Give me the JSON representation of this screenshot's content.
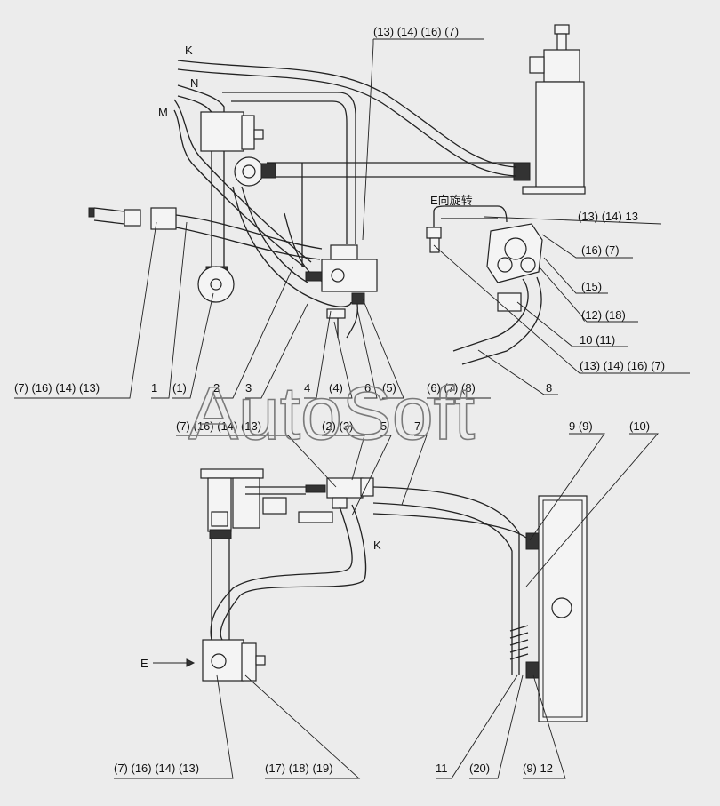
{
  "watermark": "AutoSoft",
  "view_label": "E向旋转",
  "arrow_label": "E",
  "line_labels": {
    "k_top": "K",
    "n_top": "N",
    "m_top": "M",
    "k_mid": "K"
  },
  "callouts": {
    "top_center": "(13) (14) (16) (7)",
    "e_row1": "(13) (14) 13",
    "e_row2": "(16) (7)",
    "e_row3": "(15)",
    "e_row4": "(12) (18)",
    "e_row5": "10 (11)",
    "e_row6": "(13) (14) (16) (7)",
    "r8": "8",
    "left_a": "(7) (16) (14) (13)",
    "n1": "1",
    "n1p": "(1)",
    "n2": "2",
    "n3": "3",
    "n4": "4",
    "n4p": "(4)",
    "n6": "6",
    "n5p": "(5)",
    "n6_8": "(6) (7) (8)",
    "mid_left": "(7) (16) (14) (13)",
    "mid_23": "(2) (3)",
    "mid_5": "5",
    "mid_7": "7",
    "tank_99": "9 (9)",
    "tank_10": "(10)",
    "bot_left": "(7) (16) (14) (13)",
    "bot_mid": "(17) (18) (19)",
    "bot_11": "11",
    "bot_20": "(20)",
    "bot_912": "(9) 12"
  }
}
